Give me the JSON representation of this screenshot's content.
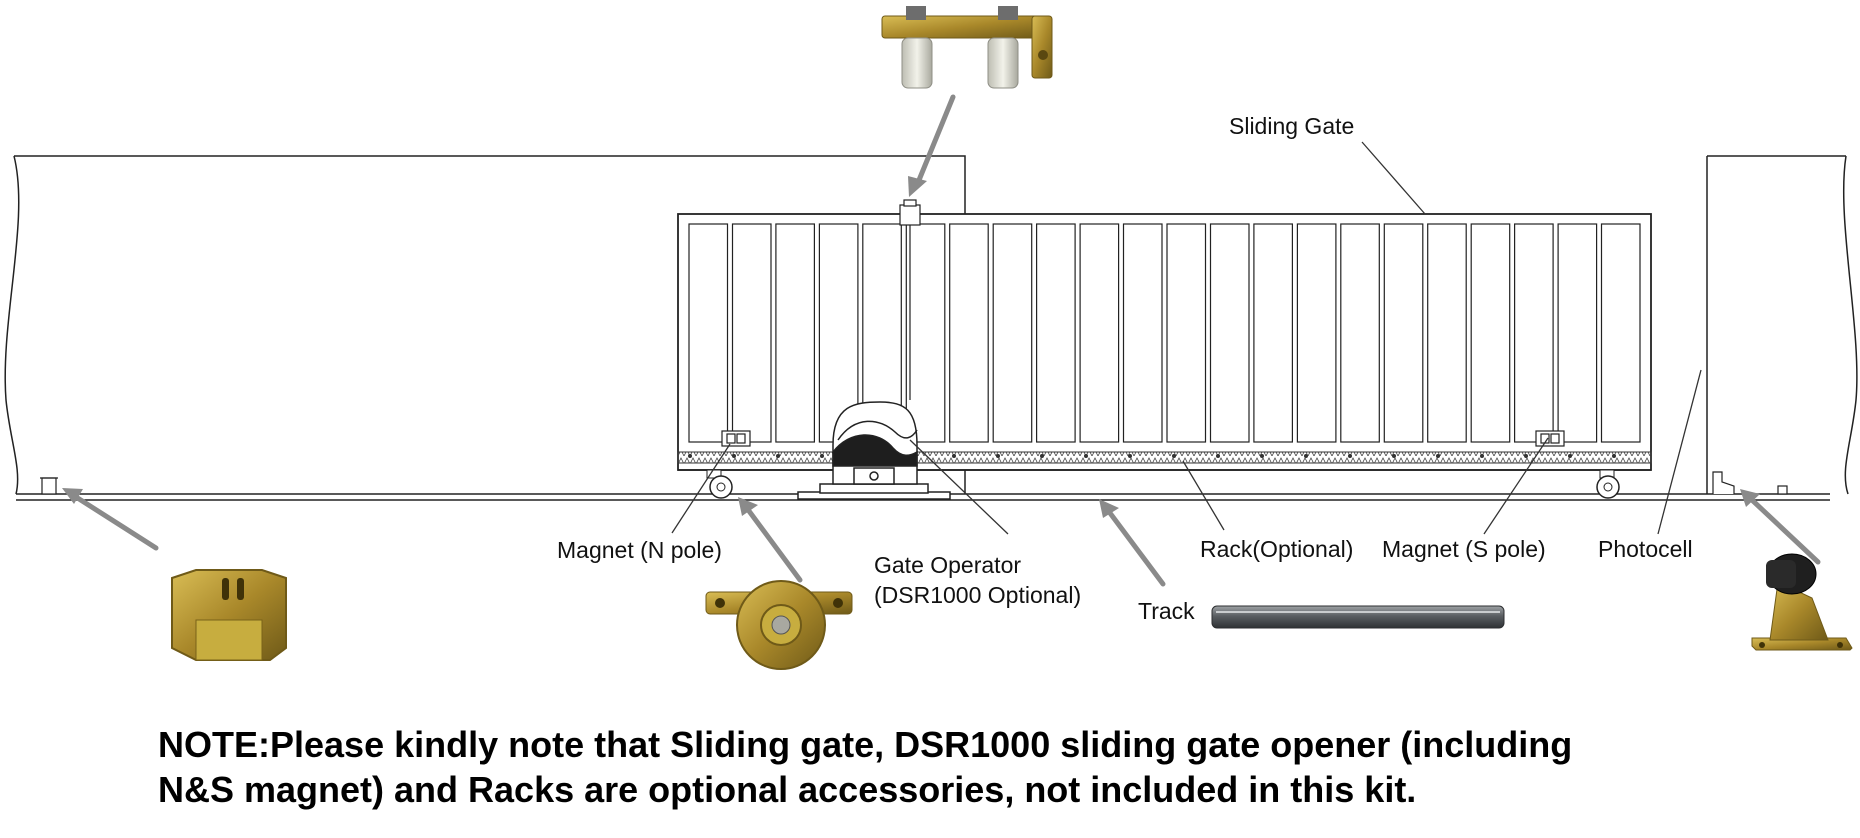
{
  "labels": {
    "sliding_gate": "Sliding Gate",
    "magnet_n": "Magnet (N pole)",
    "gate_operator_line1": "Gate Operator",
    "gate_operator_line2": "(DSR1000  Optional)",
    "rack": "Rack(Optional)",
    "magnet_s": "Magnet (S pole)",
    "photocell": "Photocell",
    "track": "Track"
  },
  "note": {
    "line1": "NOTE:Please kindly note that Sliding gate, DSR1000 sliding gate opener (including",
    "line2": "N&S magnet) and Racks are optional accessories, not included in this kit."
  },
  "colors": {
    "line": "#222222",
    "leader": "#333333",
    "arrow": "#8a8a8a",
    "brass": "#b5952f",
    "brass_dark": "#7a6218",
    "nylon": "#e6e6dc",
    "steel": "#707478",
    "rubber": "#1f1f1f",
    "text": "#111111"
  },
  "icons": [
    "top-guide-roller-icon",
    "end-stopper-icon",
    "gate-wheel-icon",
    "track-rail-icon",
    "photocell-stop-icon"
  ]
}
